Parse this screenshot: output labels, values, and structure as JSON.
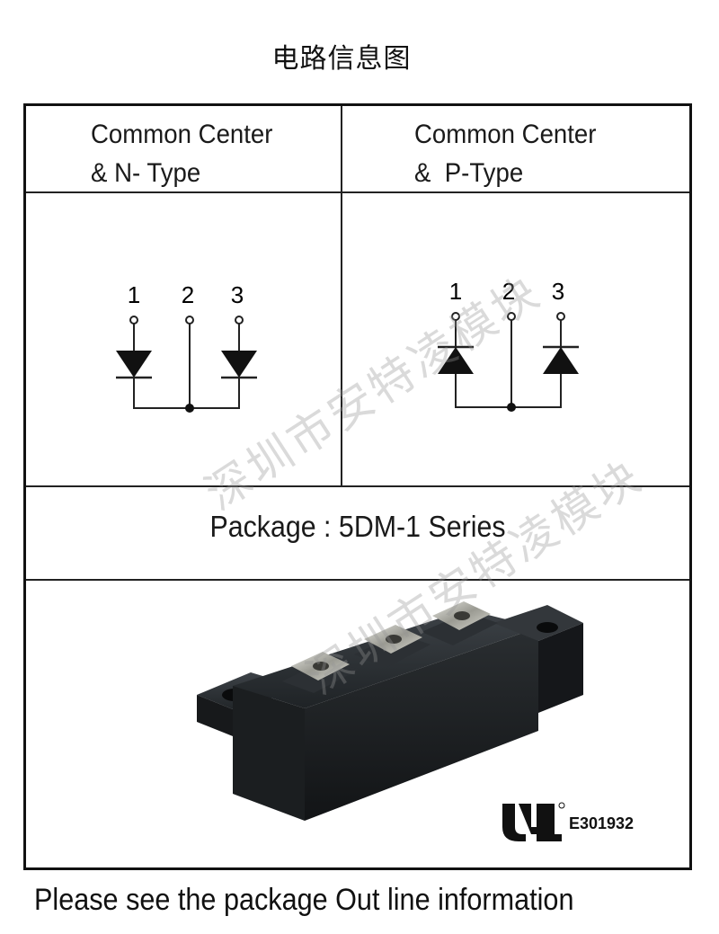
{
  "page_title": "电路信息图",
  "cells": {
    "left": {
      "line1": "Common Center",
      "line2": "& N- Type"
    },
    "right": {
      "line1": "Common Center",
      "line2": "&  P-Type"
    }
  },
  "n_type_pins": [
    "1",
    "2",
    "3"
  ],
  "p_type_pins": [
    "1",
    "2",
    "3"
  ],
  "package_label": "Package : 5DM-1 Series",
  "certification": {
    "mark": "UL",
    "code": "E301932"
  },
  "footer_note": "Please see the package Out line information",
  "watermarks": [
    "深圳市安特凌模块",
    "深圳市安特凌模块"
  ]
}
